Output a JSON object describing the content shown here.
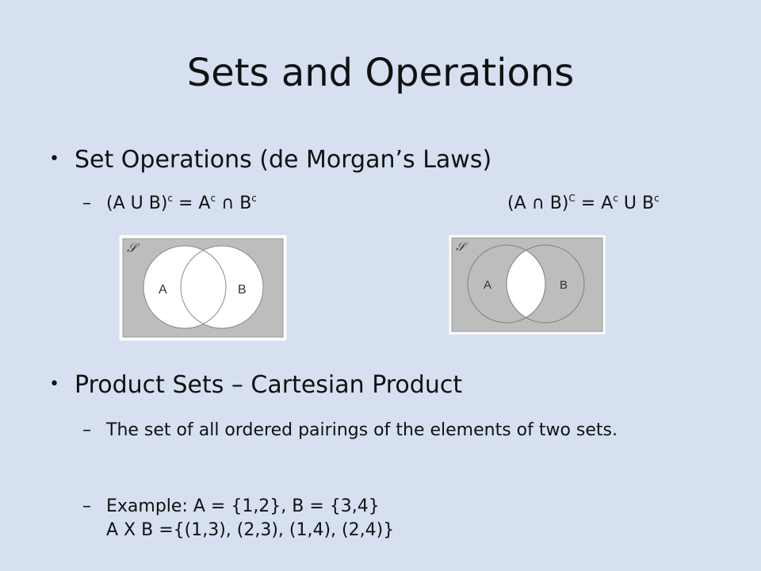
{
  "slide": {
    "title": "Sets and Operations",
    "bullet1": {
      "text": "Set Operations (de Morgan’s Laws)",
      "law1": {
        "lhs": "(A U B)",
        "sup_c": "c",
        "eq": " = A",
        "cap": " ∩ B"
      },
      "law2": {
        "lhs": "(A ∩ B)",
        "sup_C": "C",
        "eq": " = A",
        "cup": " U B"
      }
    },
    "venn1": {
      "universe": "𝒮",
      "a": "A",
      "b": "B"
    },
    "venn2": {
      "universe": "𝒮",
      "a": "A",
      "b": "B"
    },
    "bullet2": {
      "text": "Product Sets – Cartesian Product",
      "sub1": "The set of all ordered pairings of the elements of two sets.",
      "sub2_line1": "Example: A = {1,2}, B = {3,4}",
      "sub2_line2": "A X B ={(1,3), (2,3), (1,4), (2,4)}"
    },
    "markers": {
      "bullet": "•",
      "dash": "–"
    },
    "colors": {
      "background": "#d6e0f0",
      "shade": "#bdbdbd",
      "white": "#ffffff"
    }
  }
}
